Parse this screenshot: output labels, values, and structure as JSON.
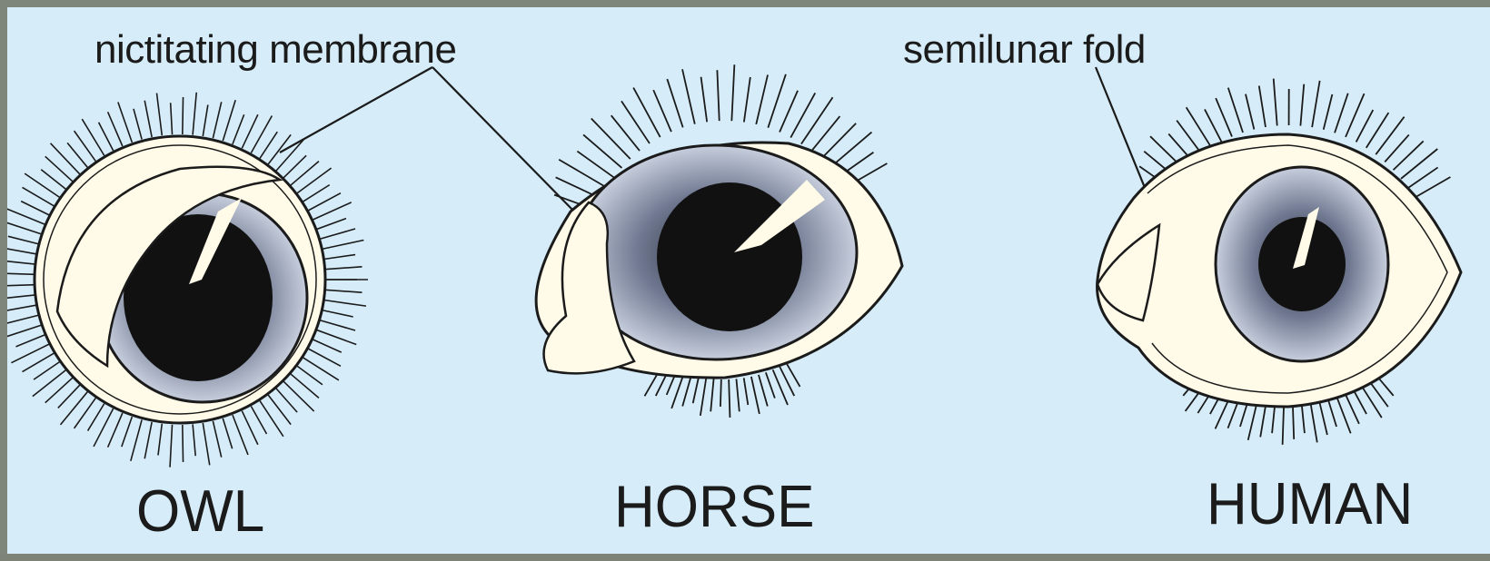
{
  "labels": {
    "nictitating_membrane": "nictitating membrane",
    "semilunar_fold": "semilunar fold"
  },
  "eyes": [
    {
      "name": "OWL"
    },
    {
      "name": "HORSE"
    },
    {
      "name": "HUMAN"
    }
  ],
  "colors": {
    "background": "#d6edf9",
    "frame": "#7e857a",
    "ink": "#1b1b1b",
    "sclera": "#fffbe8",
    "iris": "#9aa3b8"
  }
}
